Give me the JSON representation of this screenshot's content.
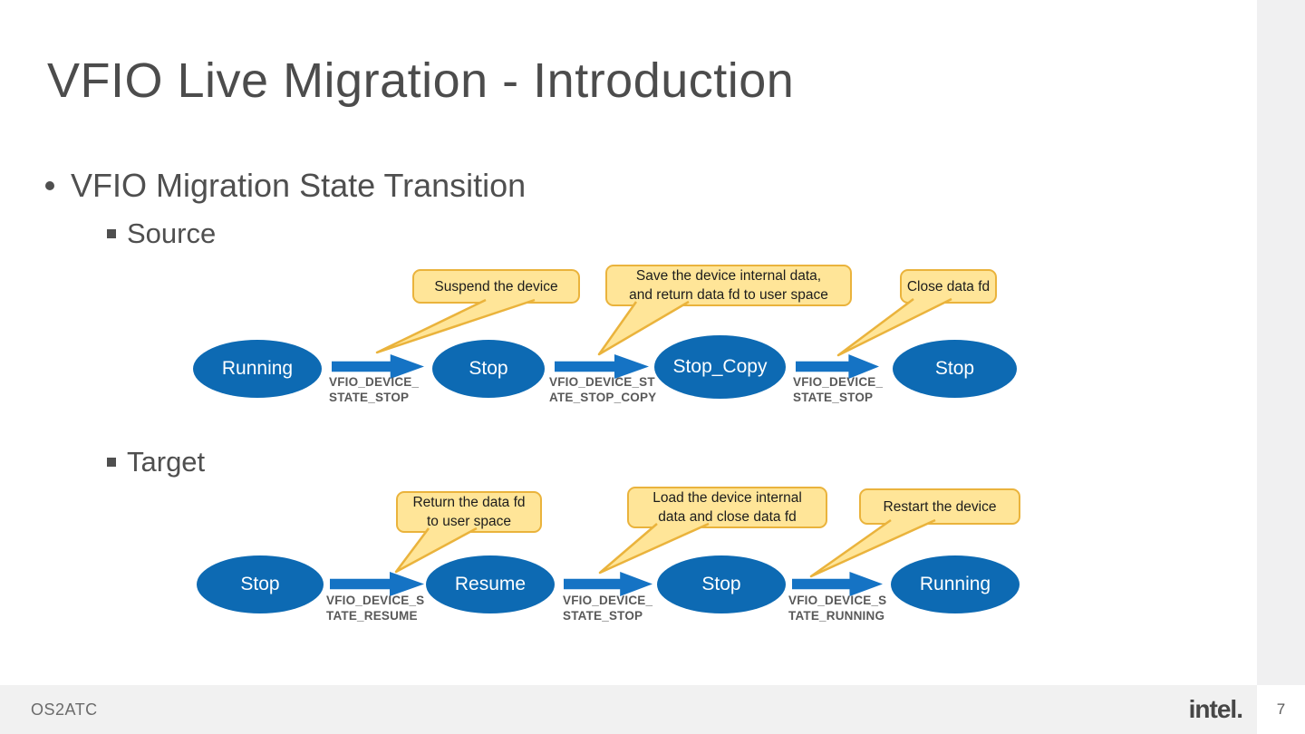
{
  "slide": {
    "title": "VFIO Live Migration - Introduction",
    "bullet": "VFIO Migration State Transition"
  },
  "sections": {
    "source": {
      "label": "Source"
    },
    "target": {
      "label": "Target"
    }
  },
  "diagrams": {
    "source": {
      "states": [
        "Running",
        "Stop",
        "Stop_Copy",
        "Stop"
      ],
      "transitions": [
        "VFIO_DEVICE_\nSTATE_STOP",
        "VFIO_DEVICE_ST\nATE_STOP_COPY",
        "VFIO_DEVICE_\nSTATE_STOP"
      ],
      "callouts": [
        "Suspend the device",
        "Save the device internal data,\nand return data fd to user space",
        "Close data fd"
      ]
    },
    "target": {
      "states": [
        "Stop",
        "Resume",
        "Stop",
        "Running"
      ],
      "transitions": [
        "VFIO_DEVICE_S\nTATE_RESUME",
        "VFIO_DEVICE_\nSTATE_STOP",
        "VFIO_DEVICE_S\nTATE_RUNNING"
      ],
      "callouts": [
        "Return the data fd\nto user space",
        "Load the device internal\ndata and close data fd",
        "Restart the device"
      ]
    }
  },
  "footer": {
    "event": "OS2ATC",
    "brand": "intel.",
    "page": "7"
  },
  "colors": {
    "state_fill": "#0d6ab3",
    "arrow_fill": "#1573c4",
    "callout_fill": "#ffe598",
    "callout_border": "#eab33c",
    "text_dark": "#4c4c4c",
    "label_gray": "#595959",
    "footer_bg": "#f1f1f1",
    "strip_bg": "#f0f0f1"
  }
}
